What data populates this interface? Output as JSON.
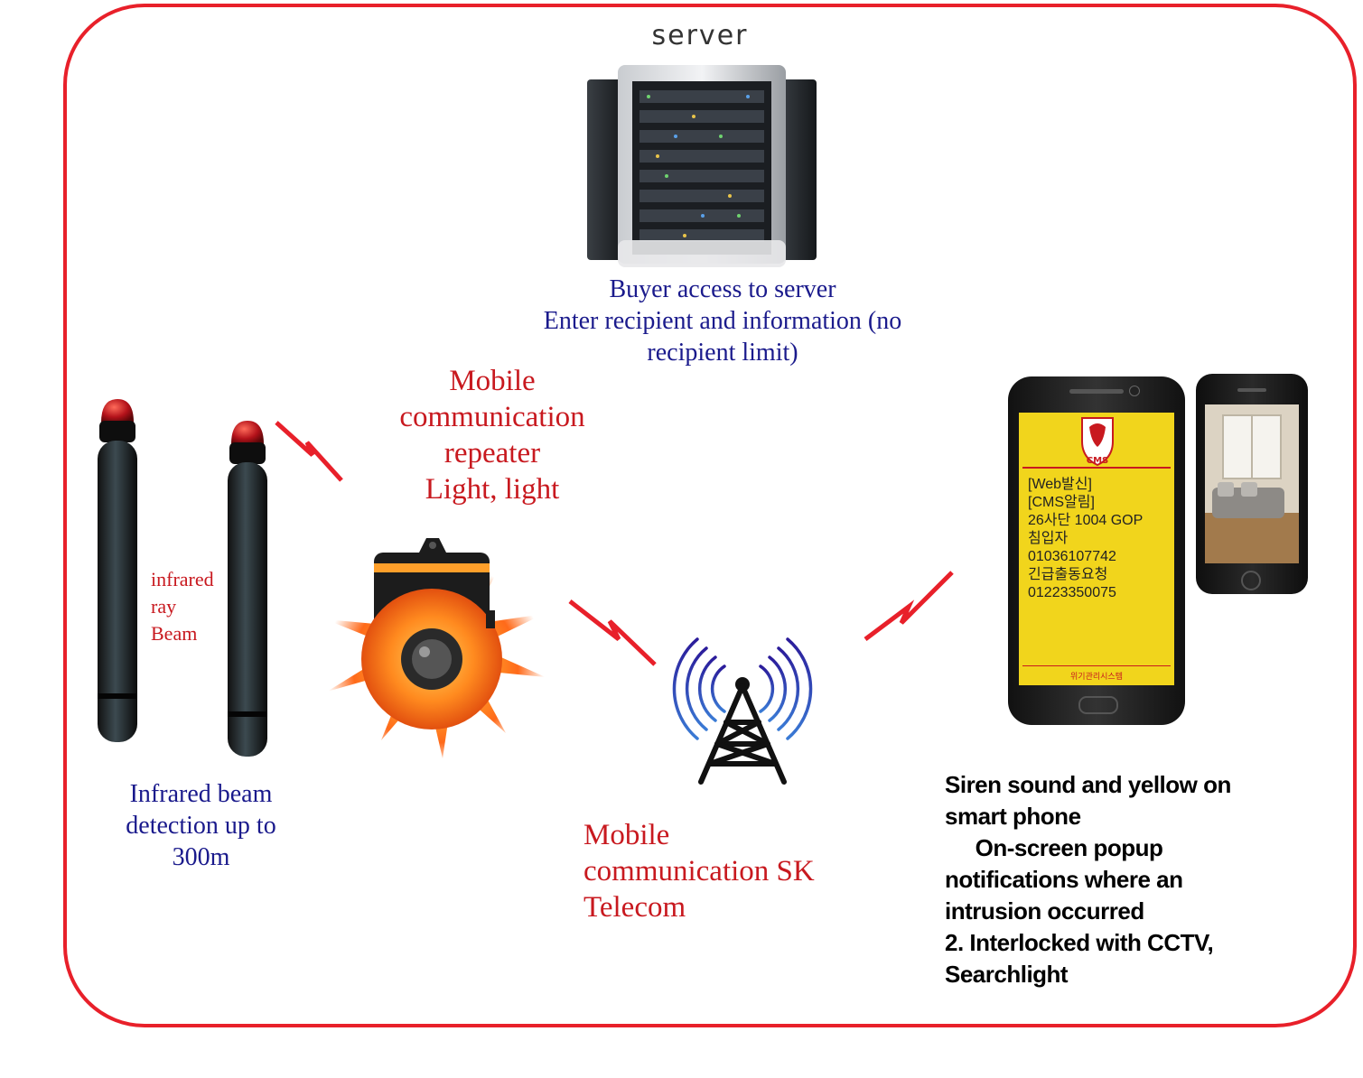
{
  "server": {
    "title": "server",
    "caption": [
      "Buyer access to server",
      "Enter recipient and information (no",
      "recipient limit)"
    ]
  },
  "repeater": {
    "caption": [
      "Mobile",
      "communication",
      "repeater",
      "Light, light"
    ]
  },
  "sensor": {
    "beam_label": [
      "infrared",
      "ray",
      "Beam"
    ],
    "caption": [
      "Infrared beam",
      "detection up to",
      "300m"
    ]
  },
  "telecom": {
    "caption": [
      "Mobile",
      "communication SK",
      "Telecom"
    ]
  },
  "phone": {
    "logo_text": "CMS",
    "popup_lines": [
      "[Web발신]",
      "[CMS알림]",
      "26사단 1004 GOP",
      "침입자",
      "01036107742",
      "긴급출동요청",
      "01223350075"
    ],
    "footer_text": "위기관리시스템",
    "caption": [
      "Siren sound and yellow on",
      "smart phone",
      "     On-screen popup",
      "notifications where an",
      "intrusion occurred",
      "2. Interlocked with CCTV,",
      "Searchlight"
    ]
  },
  "colors": {
    "frame": "#e8202a",
    "caption_blue": "#1a1a8c",
    "caption_red": "#c8191f",
    "popup_yellow": "#f1d51c"
  }
}
